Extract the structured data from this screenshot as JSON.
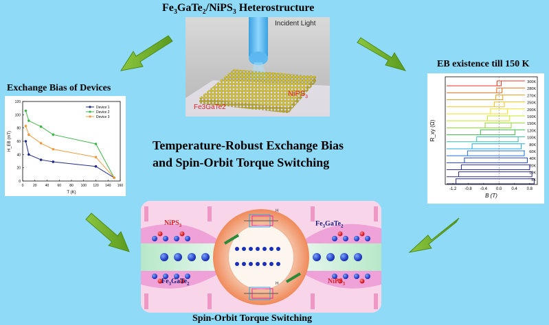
{
  "titles": {
    "heterostructure_pre": "Fe",
    "heterostructure_sub1": "3",
    "heterostructure_mid": "GaTe",
    "heterostructure_sub2": "2",
    "heterostructure_post": "/NiPS",
    "heterostructure_sub3": "3",
    "heterostructure_tail": " Heterostructure",
    "exchange_bias_devices": "Exchange Bias of Devices",
    "eb_existence": "EB existence till 150 K",
    "center_line1": "Temperature-Robust Exchange Bias",
    "center_line2": "and Spin-Orbit Torque Switching",
    "sot_switching": "Spin-Orbit Torque Switching"
  },
  "photo": {
    "incident_light": "Incident Light",
    "nips3_label": "NiPS",
    "nips3_sub": "3",
    "fe3gate2_label": "Fe3GaTe2"
  },
  "sot_labels": {
    "nips3_top_left": "NiPS",
    "nips3_bottom_right": "NiPS",
    "fe_top_right": "Fe",
    "fe_bottom_left": "Fe",
    "sub3": "3",
    "gate": "GaTe",
    "sub2": "2",
    "h_top": "H",
    "h_bottom": "H"
  },
  "chart_data": [
    {
      "type": "line",
      "title": "Exchange Bias of Devices",
      "xlabel": "T (K)",
      "ylabel": "H_EB (mT)",
      "ylim": [
        0,
        120
      ],
      "xlim": [
        0,
        160
      ],
      "xticks": [
        "0",
        "20",
        "40",
        "60",
        "80",
        "100",
        "120",
        "140",
        "160"
      ],
      "yticks": [
        "0",
        "20",
        "40",
        "60",
        "80",
        "100",
        "120"
      ],
      "series": [
        {
          "name": "Device 1",
          "color": "#1f2a8c",
          "x": [
            5,
            10,
            30,
            50,
            120,
            150
          ],
          "values": [
            60,
            40,
            32,
            29,
            22,
            5
          ]
        },
        {
          "name": "Device 2",
          "color": "#3fb64a",
          "x": [
            5,
            10,
            30,
            50,
            120,
            150
          ],
          "values": [
            106,
            91,
            82,
            70,
            56,
            5
          ]
        },
        {
          "name": "Device 3",
          "color": "#f09a3e",
          "x": [
            5,
            10,
            30,
            50,
            120,
            150
          ],
          "values": [
            83,
            70,
            57,
            48,
            36,
            5
          ]
        }
      ],
      "legend": "top-right"
    },
    {
      "type": "line",
      "title": "EB existence till 150 K",
      "xlabel": "B (T)",
      "ylabel": "R_xy (Ω)",
      "xlim": [
        -1.4,
        1.0
      ],
      "xticks": [
        "-1.2",
        "-0.8",
        "-0.4",
        "0.0",
        "0.4",
        "0.8"
      ],
      "temperatures": [
        "300K",
        "280K",
        "270K",
        "250K",
        "200K",
        "160K",
        "150K",
        "120K",
        "100K",
        "80K",
        "60K",
        "40K",
        "20K",
        "10K",
        "5K"
      ],
      "colors": [
        "#e8341c",
        "#ef6a1a",
        "#f19a1d",
        "#f3c21d",
        "#f2e21c",
        "#c8e41f",
        "#8fd62a",
        "#3fc24a",
        "#2fbfa8",
        "#1fa8e0",
        "#1f6fd8",
        "#2040c0",
        "#2a2aa8",
        "#2a2a90",
        "#25257a"
      ],
      "coercive_left": [
        -0.05,
        -0.06,
        -0.08,
        -0.12,
        -0.22,
        -0.3,
        -0.36,
        -0.48,
        -0.58,
        -0.7,
        -0.82,
        -0.9,
        -0.98,
        -1.05,
        -1.12
      ],
      "coercive_right": [
        0.06,
        0.08,
        0.1,
        0.14,
        0.22,
        0.28,
        0.32,
        0.42,
        0.5,
        0.58,
        0.66,
        0.74,
        0.8,
        0.86,
        0.92
      ]
    }
  ]
}
